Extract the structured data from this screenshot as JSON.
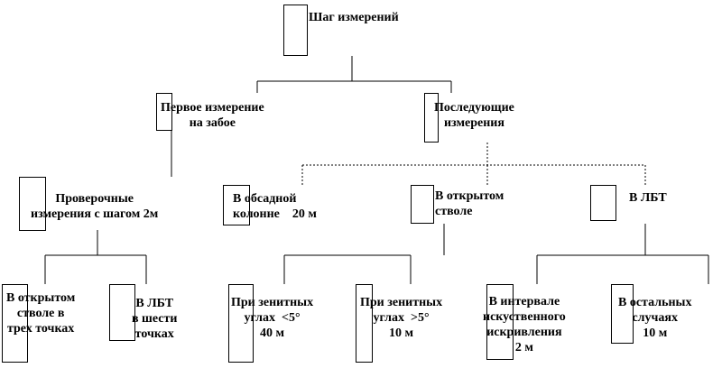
{
  "diagram": {
    "root": "Шаг измерений",
    "first_measure": "Первое измерение\nна забое",
    "next_measures": "Последующие\nизмерения",
    "check_measures": "Проверочные\nизмерения с шагом 2м",
    "open_3pts": "В открытом\nстволе в\nтрех точках",
    "lbt_6pts": "В ЛБТ\nв шести\nточках",
    "casing": "В обсадной\nколонне    20 м",
    "open_hole": "В открытом\nстволе",
    "lbt": "В ЛБТ",
    "zenith_lt5": "При зенитных\nуглах  <5°\n40 м",
    "zenith_gt5": "При зенитных\nуглах  >5°\n10 м",
    "artificial": "В интервале\nискуственного\nискривления\n2 м",
    "other": "В остальных\nслучаях\n10 м"
  },
  "colors": {
    "stroke": "#000000",
    "background": "#ffffff"
  }
}
